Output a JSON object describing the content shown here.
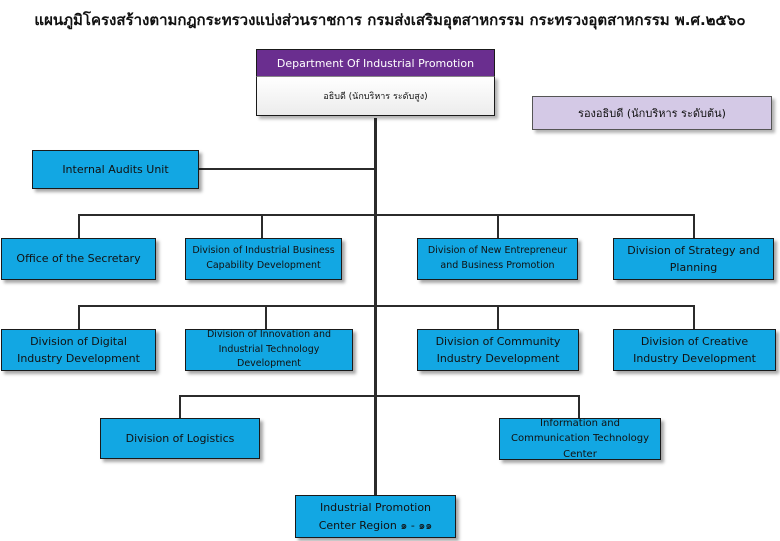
{
  "title": "แผนภูมิโครงสร้างตามกฎกระทรวงแบ่งส่วนราชการ กรมส่งเสริมอุตสาหกรรม กระทรวงอุตสาหกรรม พ.ศ.๒๕๖๐",
  "head": {
    "name": "Department Of Industrial Promotion",
    "position": "อธิบดี (นักบริหาร ระดับสูง)"
  },
  "deputy": "รองอธิบดี (นักบริหาร ระดับต้น)",
  "audit": "Internal Audits Unit",
  "row1": [
    "Office of the Secretary",
    "Division of Industrial Business Capability Development",
    "Division of New Entrepreneur and Business Promotion",
    "Division of Strategy and Planning"
  ],
  "row2": [
    "Division of Digital Industry Development",
    "Division of Innovation and Industrial Technology Development",
    "Division of Community Industry Development",
    "Division of Creative Industry Development"
  ],
  "row3": [
    "Division of Logistics",
    "Information and Communication Technology Center"
  ],
  "bottom": "Industrial Promotion Center Region ๑ - ๑๑",
  "colors": {
    "box": "#12a7e3",
    "head": "#6a2e8f",
    "deputy": "#d4c9e6"
  }
}
